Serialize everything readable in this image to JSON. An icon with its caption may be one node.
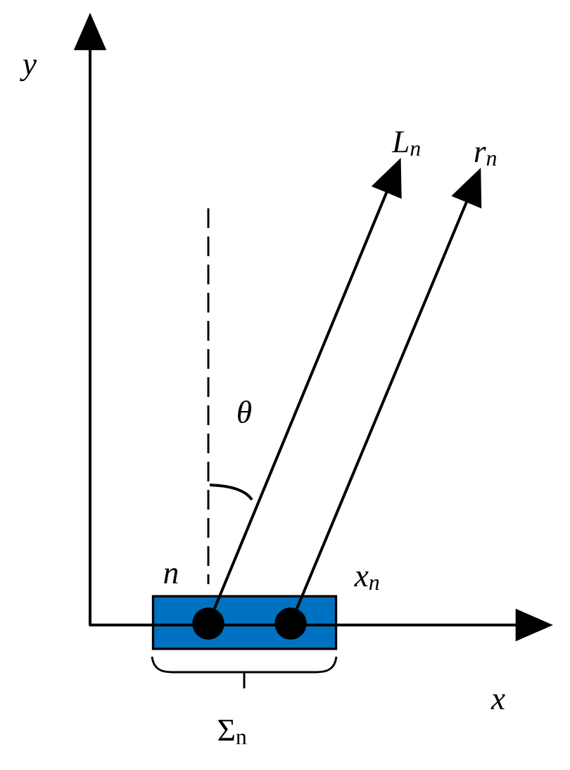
{
  "diagram": {
    "nodes": [
      {
        "text": [],
        "shape": "box",
        "beside": [
          "n"
        ]
      },
      {
        "text": [],
        "shape": "circle",
        "in": 0
      },
      {
        "text": [],
        "shape": "circle",
        "in": 0
      },
      {
        "text": [
          "L$_{n}$"
        ]
      },
      {
        "text": [
          "r$_{n}$"
        ]
      }
    ],
    "edges": [
      {
        "from": 1,
        "to": 3,
        "arrow": "to"
      },
      {
        "from": 2,
        "to": 4,
        "arrow": "to"
      }
    ],
    "labels": [
      "y",
      "θ",
      "x$_{n}$",
      "x",
      "Σ$_{n}$"
    ]
  }
}
